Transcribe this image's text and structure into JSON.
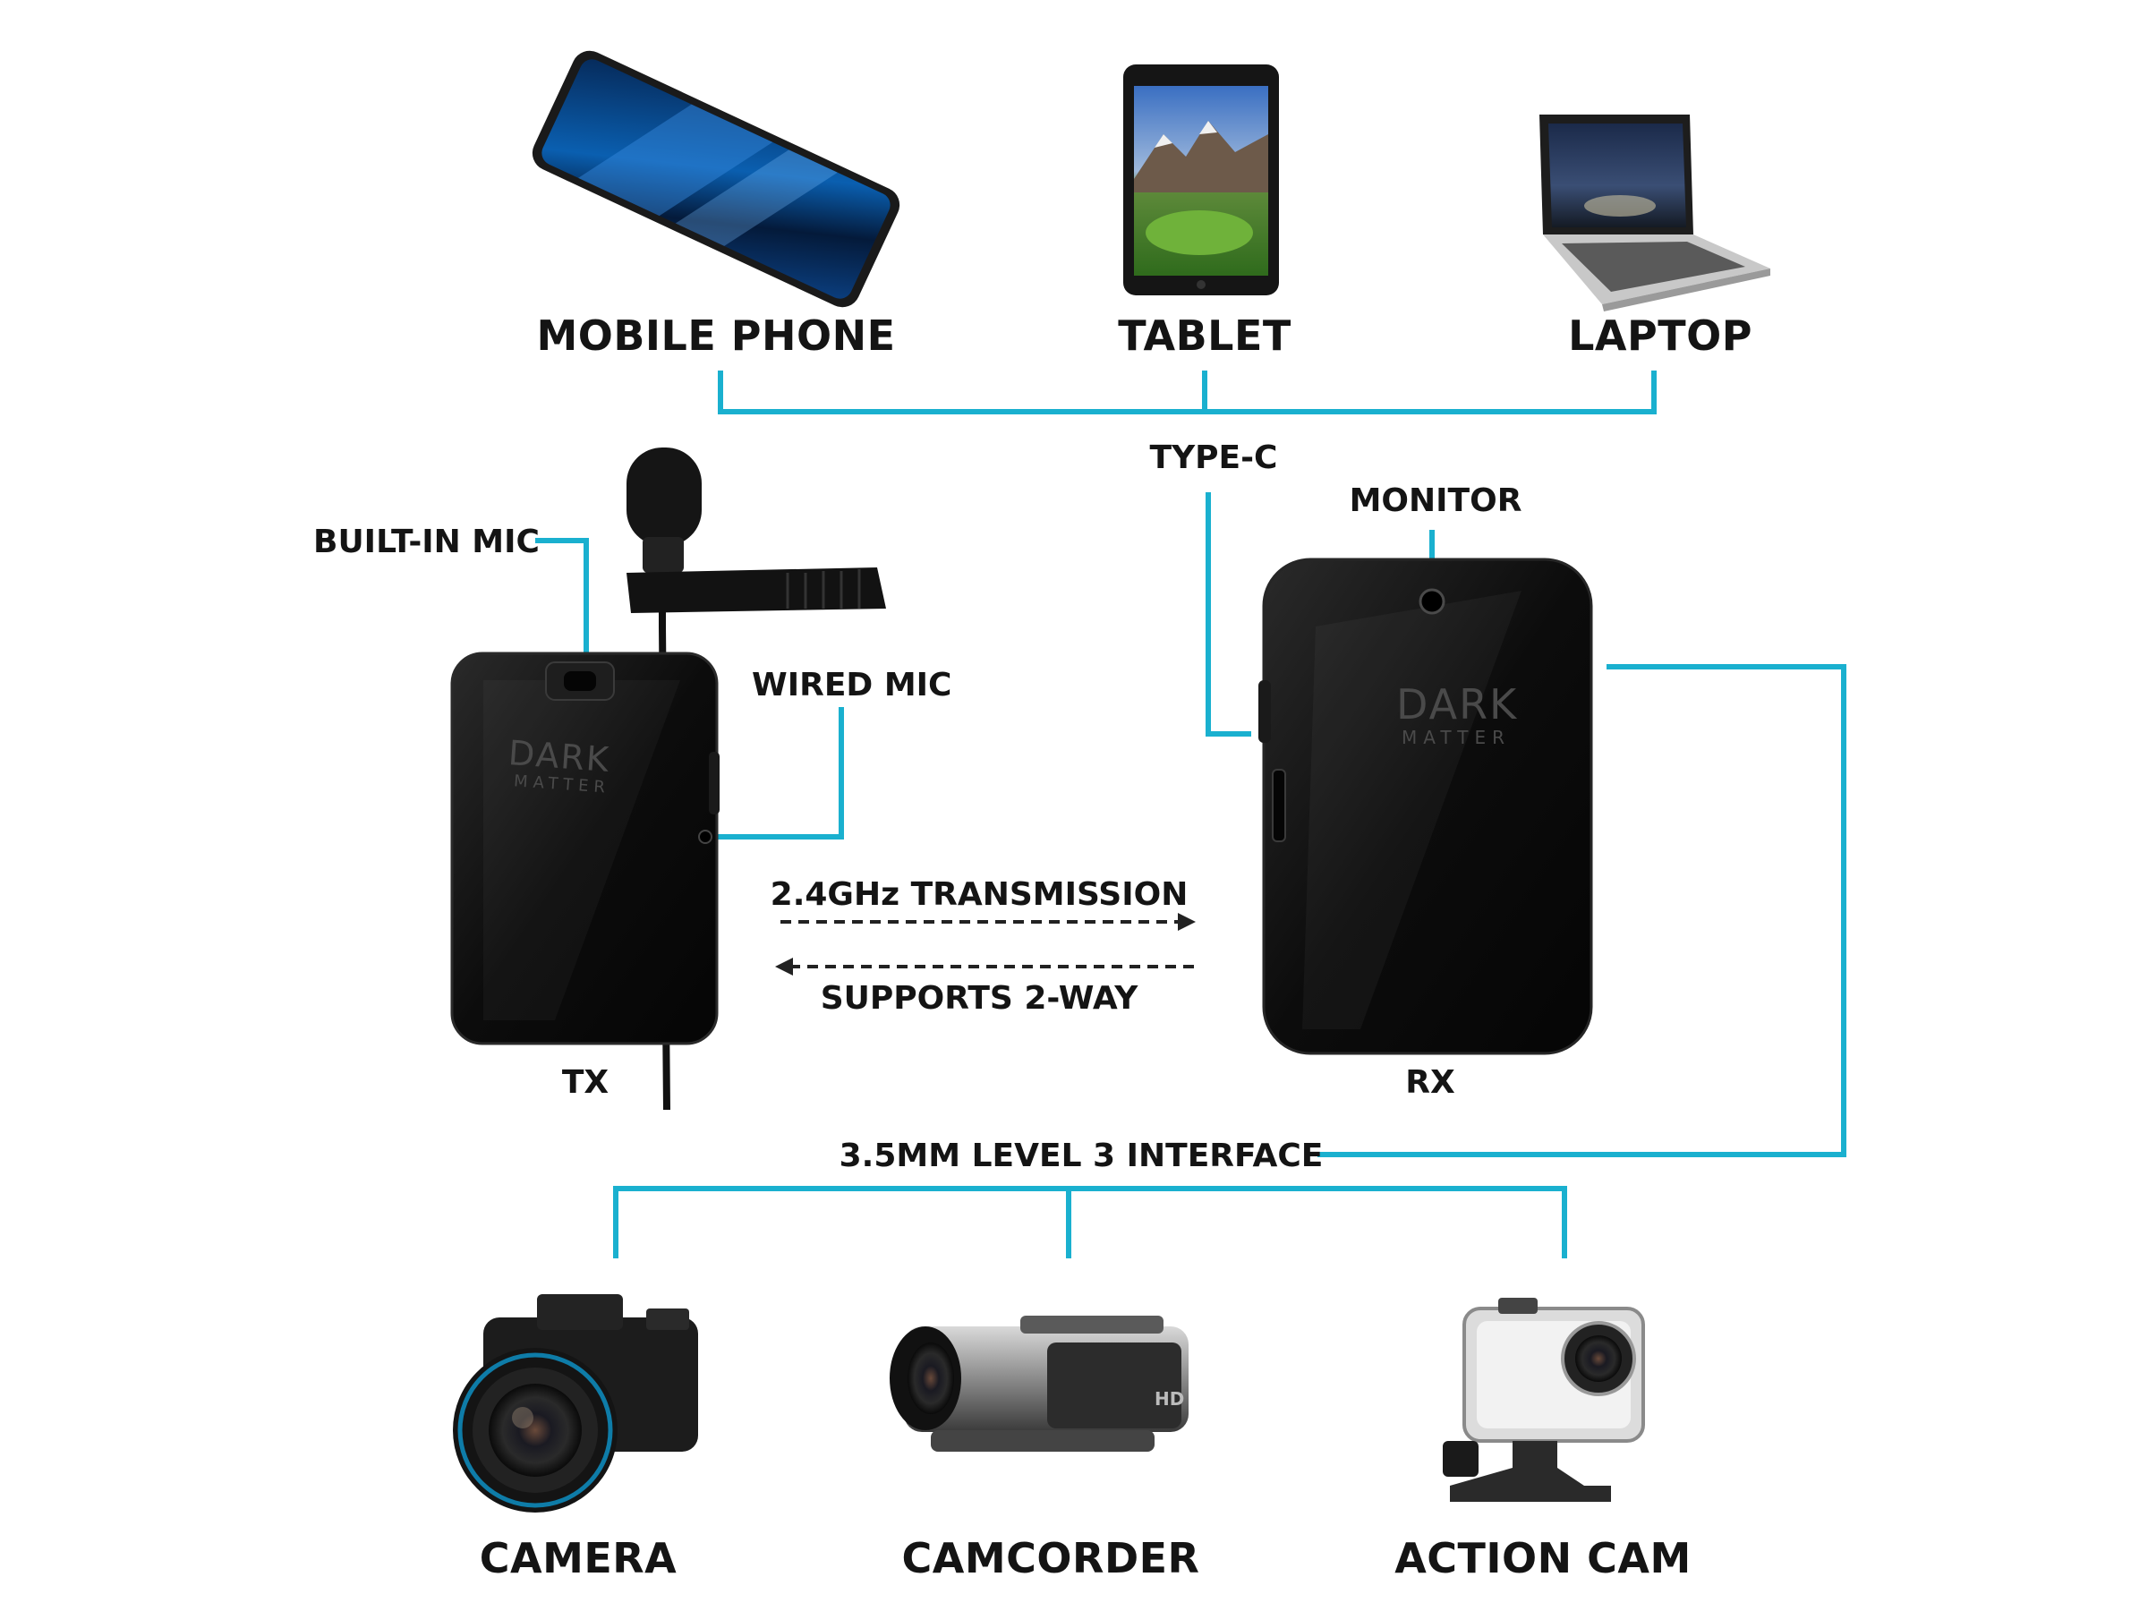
{
  "devices_top": {
    "mobile_phone": "MOBILE PHONE",
    "tablet": "TABLET",
    "laptop": "LAPTOP"
  },
  "connections": {
    "type_c": "TYPE-C",
    "monitor": "MONITOR",
    "built_in_mic": "BUILT-IN MIC",
    "wired_mic": "WIRED MIC",
    "interface_35mm": "3.5MM LEVEL 3 INTERFACE"
  },
  "transmission": {
    "freq": "2.4GHz TRANSMISSION",
    "two_way": "SUPPORTS 2-WAY"
  },
  "units": {
    "tx": "TX",
    "rx": "RX",
    "brand_line1": "DARK",
    "brand_line2": "MATTER"
  },
  "devices_bottom": {
    "camera": "CAMERA",
    "camcorder": "CAMCORDER",
    "action_cam": "ACTION CAM"
  },
  "colors": {
    "connector_line": "#1ab0cf",
    "device_body": "#0d0d0d",
    "label_text": "#141414"
  }
}
